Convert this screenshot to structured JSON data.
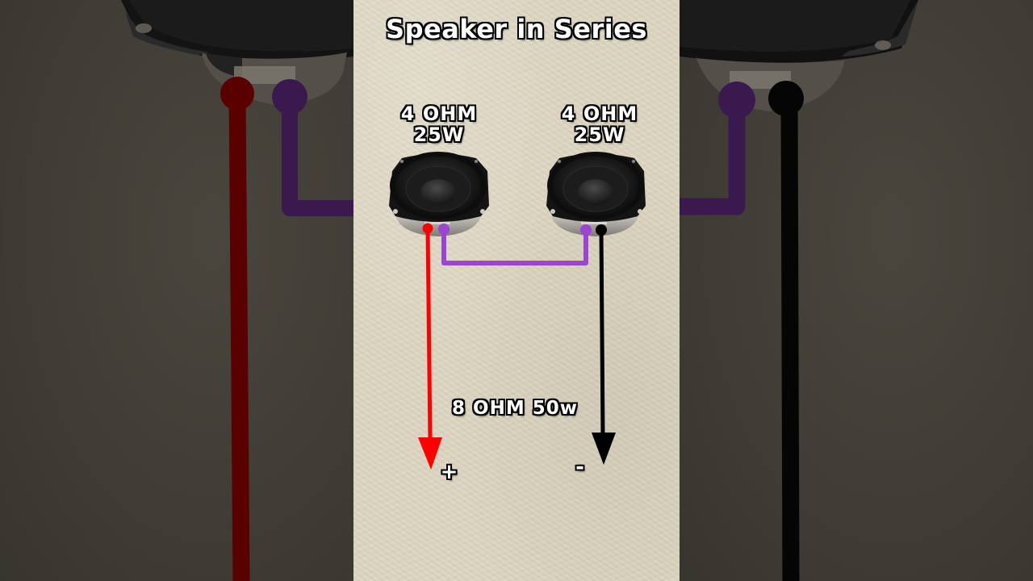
{
  "video": {
    "format": "vertical-short",
    "title": "Speaker in Series"
  },
  "diagram": {
    "speakers": [
      {
        "id": "speaker-1",
        "impedance": "4 OHM",
        "power": "25W",
        "terminals": [
          "positive-red",
          "negative-purple"
        ]
      },
      {
        "id": "speaker-2",
        "impedance": "4 OHM",
        "power": "25W",
        "terminals": [
          "positive-purple",
          "negative-black"
        ]
      }
    ],
    "total_label": "8 OHM 50w",
    "positive_symbol": "+",
    "negative_symbol": "-",
    "wires": [
      {
        "name": "positive-lead",
        "color": "#ff0000",
        "from": "speaker-1 terminal +",
        "to": "+ output"
      },
      {
        "name": "series-link",
        "color": "#9b45d2",
        "from": "speaker-1 terminal -",
        "to": "speaker-2 terminal +"
      },
      {
        "name": "negative-lead",
        "color": "#000000",
        "from": "speaker-2 terminal -",
        "to": "- output"
      }
    ]
  },
  "colors": {
    "background_panel": "#ddd5c0",
    "side_blur": "#403d36",
    "red_wire": "#ff0000",
    "purple_wire": "#9b45d2",
    "black_wire": "#000000",
    "dim_red": "#5a0000",
    "dim_purple": "#3a1a4e"
  }
}
